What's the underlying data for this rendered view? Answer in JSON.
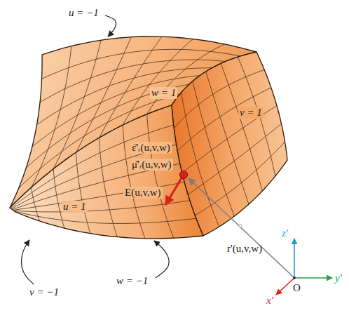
{
  "diagram": {
    "labels": [
      "u = −1",
      "w = 1",
      "v = 1",
      "ε̄'ᵣ(u,v,w)",
      "μ̄'ᵣ(u,v,w)",
      "E(u,v,w)",
      "u = 1",
      "r'(u,v,w)",
      "z'",
      "y'",
      "O",
      "x'",
      "v = −1",
      "w = −1"
    ]
  }
}
